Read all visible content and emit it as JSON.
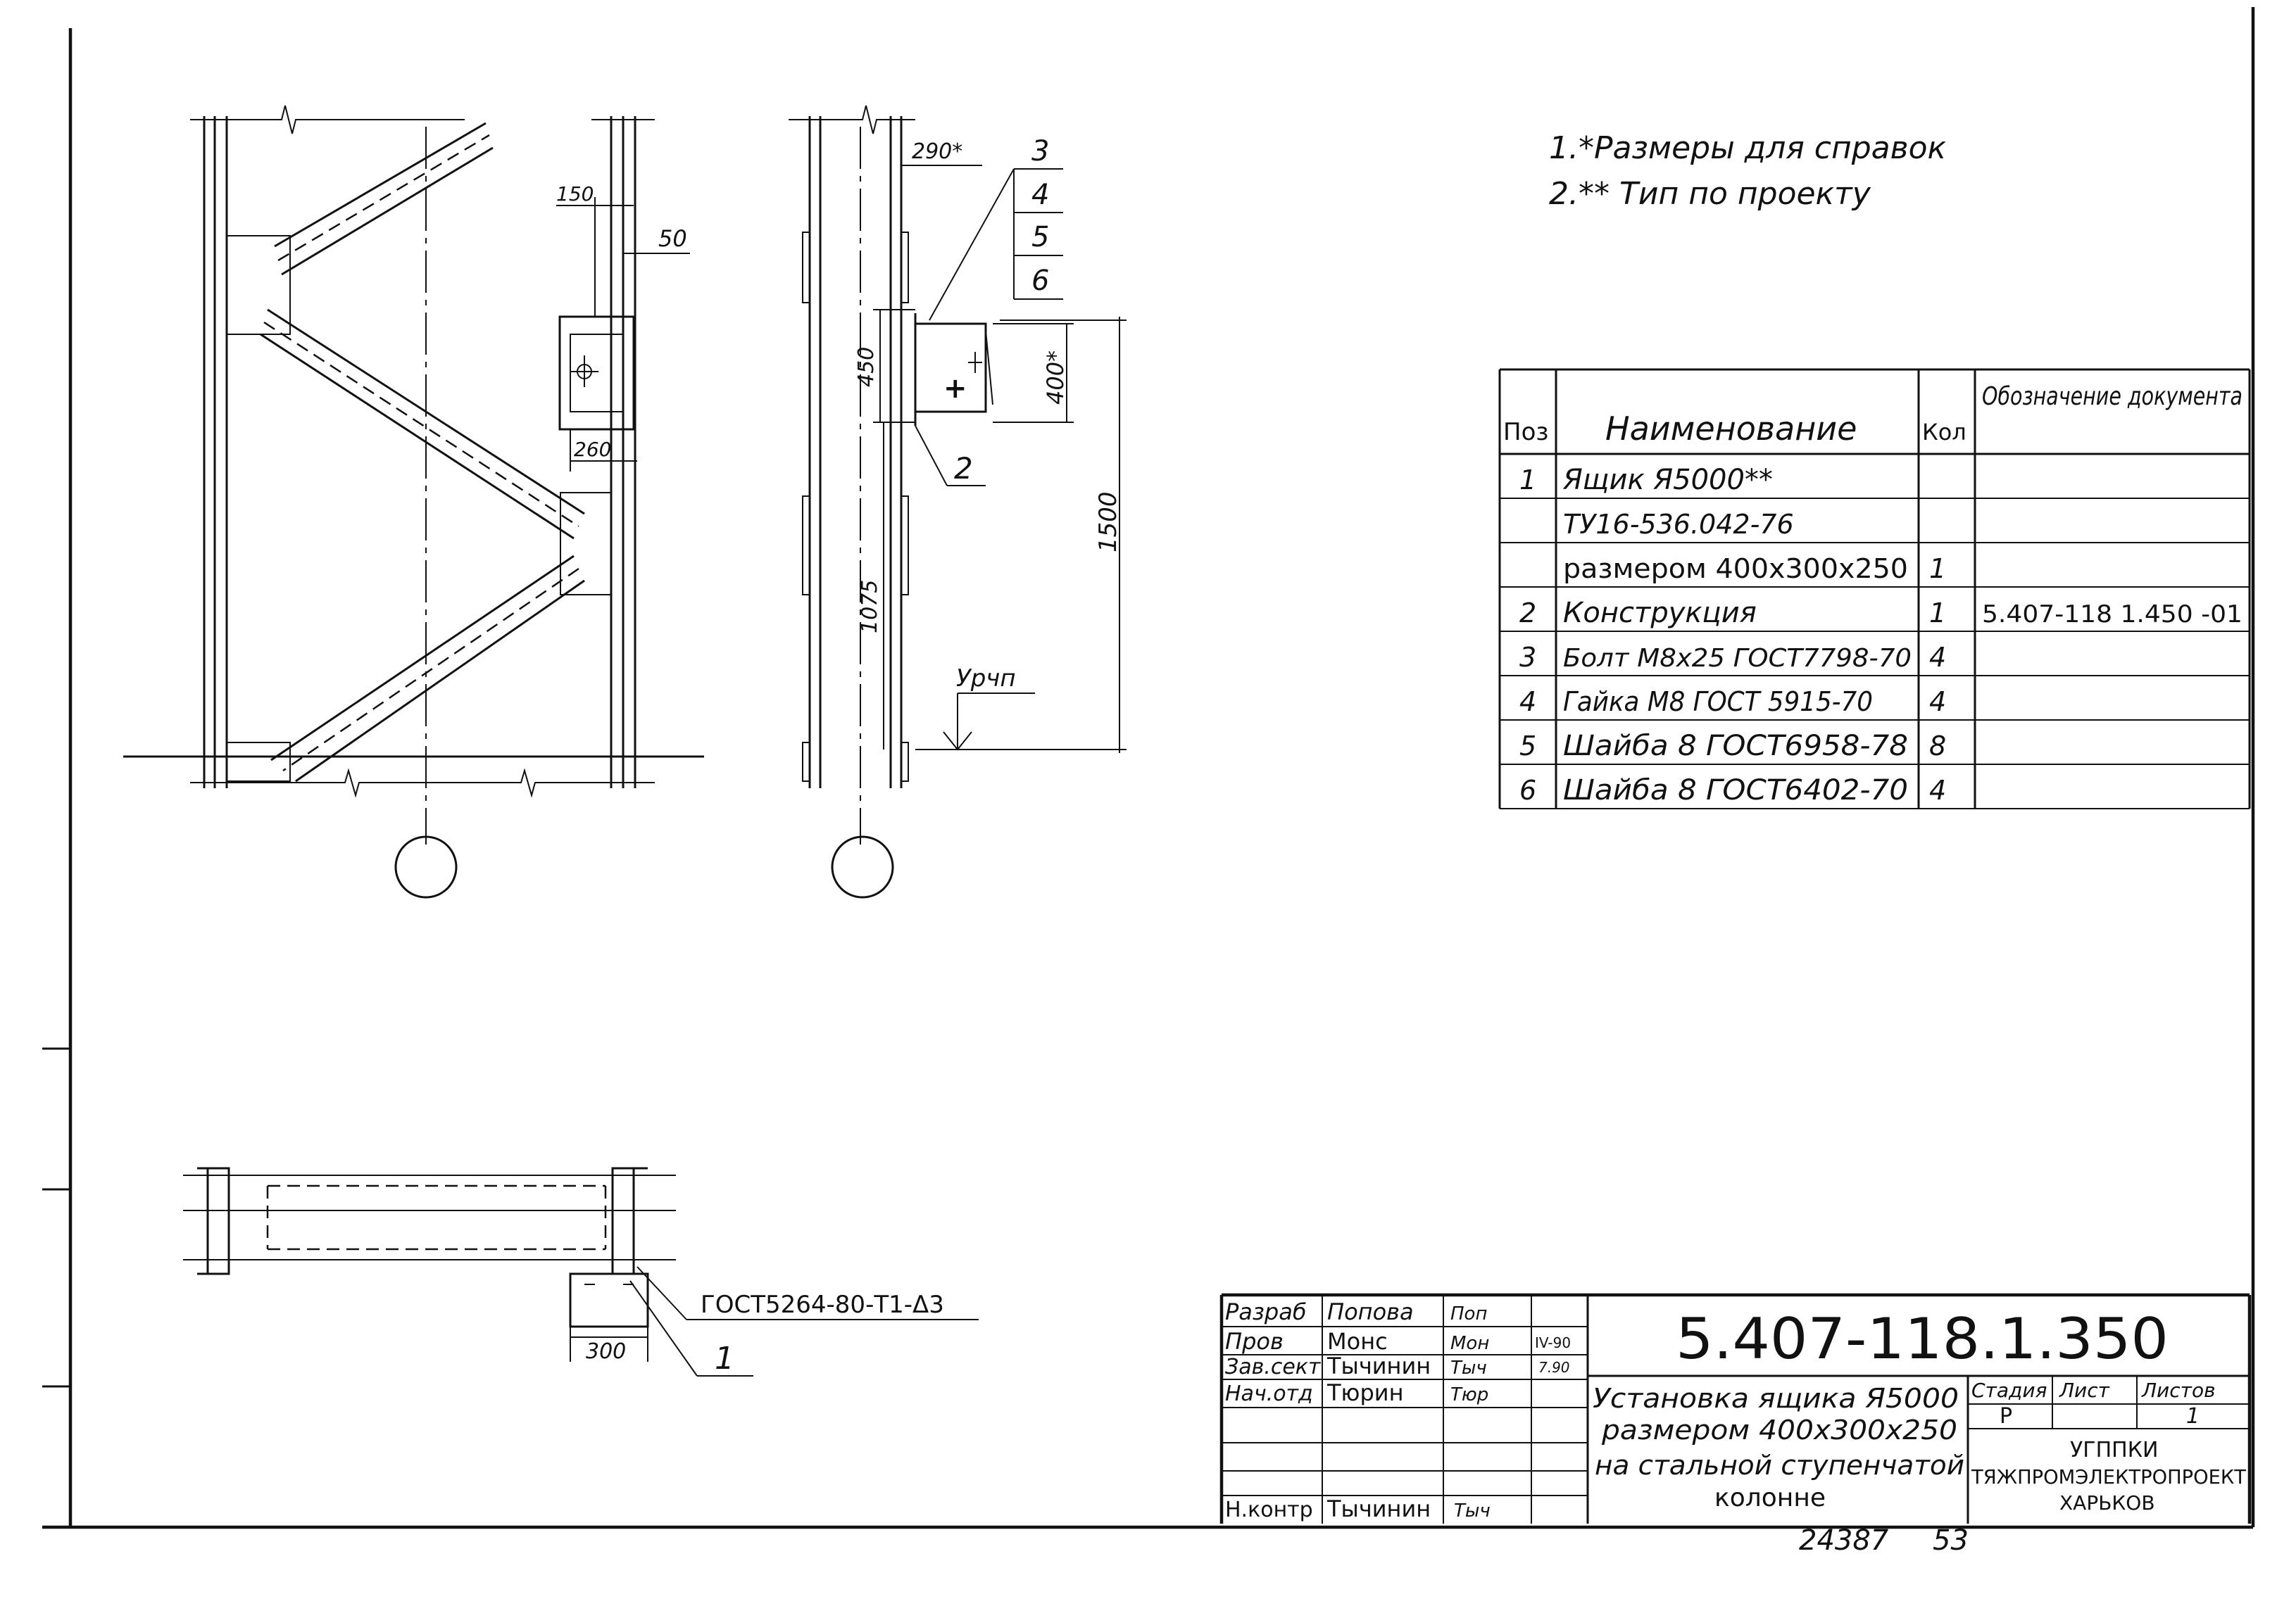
{
  "notes": [
    "1.*Размеры для  справок",
    "2.** Тип по проекту"
  ],
  "dimensions": {
    "d150": "150",
    "d50": "50",
    "d260": "260",
    "d290": "290*",
    "d450": "450",
    "d400": "400*",
    "d1500": "1500",
    "d1075": "1075",
    "d300": "300",
    "level": "Урчп"
  },
  "callouts": {
    "c3": "3",
    "c4": "4",
    "c5": "5",
    "c6": "6",
    "c2": "2",
    "c1": "1",
    "weld": "ГОСТ5264-80-Т1-Δ3"
  },
  "spec": {
    "headers": {
      "pos": "Поз",
      "name": "Наименование",
      "qty": "Кол",
      "doc": "Обозначение документа"
    },
    "rows": [
      {
        "pos": "1",
        "name": "Ящик Я5000**",
        "qty": "",
        "doc": ""
      },
      {
        "pos": "",
        "name": "ТУ16-536.042-76",
        "qty": "",
        "doc": ""
      },
      {
        "pos": "",
        "name": "размером 400x300x250",
        "qty": "1",
        "doc": ""
      },
      {
        "pos": "2",
        "name": "Конструкция",
        "qty": "1",
        "doc": "5.407-118 1.450 -01"
      },
      {
        "pos": "3",
        "name": "Болт М8х25 ГОСТ7798-70",
        "qty": "4",
        "doc": ""
      },
      {
        "pos": "4",
        "name": "Гайка М8 ГОСТ 5915-70",
        "qty": "4",
        "doc": ""
      },
      {
        "pos": "5",
        "name": "Шайба 8 ГОСТ6958-78",
        "qty": "8",
        "doc": ""
      },
      {
        "pos": "6",
        "name": "Шайба 8 ГОСТ6402-70",
        "qty": "4",
        "doc": ""
      }
    ]
  },
  "title_block": {
    "people": [
      {
        "role": "Разраб",
        "name": "Попова",
        "sign": "Поп",
        "date": ""
      },
      {
        "role": "Пров",
        "name": "Монс",
        "sign": "Мон",
        "date": "IV-90"
      },
      {
        "role": "Зав.сект",
        "name": "Тычинин",
        "sign": "Тыч",
        "date": "7.90"
      },
      {
        "role": "Нач.отд",
        "name": "Тюрин",
        "sign": "Тюр",
        "date": ""
      },
      {
        "role": "",
        "name": "",
        "sign": "",
        "date": ""
      },
      {
        "role": "",
        "name": "",
        "sign": "",
        "date": ""
      },
      {
        "role": "Н.контр",
        "name": "Тычинин",
        "sign": "Тыч",
        "date": ""
      }
    ],
    "code": "5.407-118.1.350",
    "title_lines": [
      "Установка ящика Я5000",
      "размером 400x300x250",
      "на стальной ступенчатой",
      "колонне"
    ],
    "stage_label": "Стадия",
    "sheet_label": "Лист",
    "sheets_label": "Листов",
    "stage": "Р",
    "sheet": "",
    "sheets": "1",
    "org_lines": [
      "УГППКИ",
      "ТЯЖПРОМЭЛЕКТРОПРОЕКТ",
      "ХАРЬКОВ"
    ],
    "archive_no": "24387",
    "page_no": "53"
  }
}
